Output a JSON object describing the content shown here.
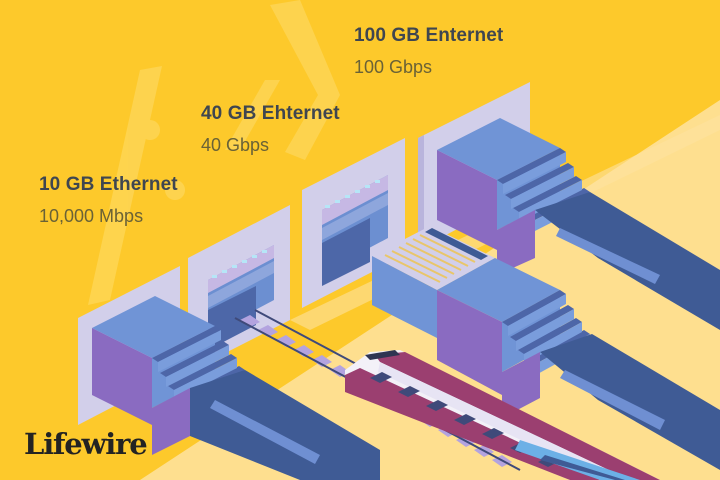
{
  "labels": [
    {
      "title": "100 GB Enternet",
      "speed": "100 Gbps"
    },
    {
      "title": "40 GB Ehternet",
      "speed": "40 Gbps"
    },
    {
      "title": "10 GB Ethernet",
      "speed": "10,000 Mbps"
    }
  ],
  "logo": "Lifewire",
  "colors": {
    "background_yellow": "#fdc92b",
    "floor_cream": "#fedf8f",
    "panel_lavender": "#d2cfea",
    "plug_blue": "#7094d6",
    "plug_purple": "#8a6bc1",
    "cable_navy": "#3f5b95",
    "train_magenta": "#9b3f70",
    "text_dark": "#3f4650",
    "text_speed": "#6a6236"
  },
  "illustration": {
    "ports": [
      "10GB-port",
      "40GB-port",
      "40GB-port-2",
      "100GB-port"
    ],
    "plugs": [
      "10GB-plug",
      "100GB-plug-top",
      "100GB-plug-front"
    ],
    "train": "high-speed-train"
  }
}
